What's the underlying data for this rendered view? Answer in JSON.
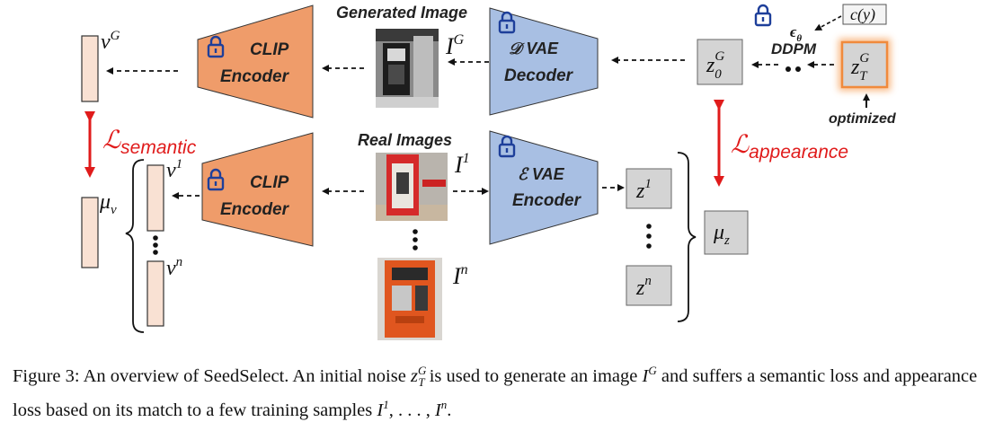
{
  "labels": {
    "generated_image": "Generated Image",
    "real_images": "Real Images",
    "clip_top_1": "CLIP",
    "clip_top_2": "Encoder",
    "clip_bottom_1": "CLIP",
    "clip_bottom_2": "Encoder",
    "vae_decoder_1": "𝒟 VAE",
    "vae_decoder_2": "Decoder",
    "vae_encoder_1": "ℰ VAE",
    "vae_encoder_2": "Encoder",
    "ddpm": "DDPM",
    "optimized": "optimized",
    "cond": "c(y)",
    "eps": "ϵ",
    "eps_sub": "θ",
    "loss_semantic_L": "ℒ",
    "loss_semantic_sub": "semantic",
    "loss_appearance_L": "ℒ",
    "loss_appearance_sub": "appearance",
    "v_G": "v",
    "v_G_sup": "G",
    "mu_v": "μ",
    "mu_v_sub": "v",
    "v_1": "v",
    "v_1_sup": "1",
    "v_n": "v",
    "v_n_sup": "n",
    "I_G": "I",
    "I_G_sup": "G",
    "I_1": "I",
    "I_1_sup": "1",
    "I_n": "I",
    "I_n_sup": "n",
    "z0G": "z",
    "z0G_sub": "0",
    "z0G_sup": "G",
    "zTG": "z",
    "zTG_sub": "T",
    "zTG_sup": "G",
    "z_1": "z",
    "z_1_sup": "1",
    "z_n": "z",
    "z_n_sup": "n",
    "mu_z": "μ",
    "mu_z_sub": "z"
  },
  "caption": {
    "part1": "Figure 3: An overview of SeedSelect. An initial noise ",
    "noise_z": "z",
    "noise_sub": "T",
    "noise_sup": "G",
    "part2": " is used to generate an image ",
    "img_I": "I",
    "img_sup": "G",
    "part3": " and suffers a semantic loss and appearance loss based on its match to a few training samples ",
    "samples_I1": "I",
    "samples_I1_sup": "1",
    "samples_mid": ", . . . , ",
    "samples_In": "I",
    "samples_In_sup": "n",
    "part4": "."
  },
  "colors": {
    "clip": "#ef9c6a",
    "vae": "#a8bfe3",
    "vector": "#f9e1d3",
    "latent": "#d4d4d4",
    "loss": "#e01b1b",
    "lock": "#1e3f9a",
    "glow": "#f6a05a"
  },
  "icons": [
    "lock-icon",
    "generated-image-thumbnail",
    "real-image-thumbnail"
  ]
}
